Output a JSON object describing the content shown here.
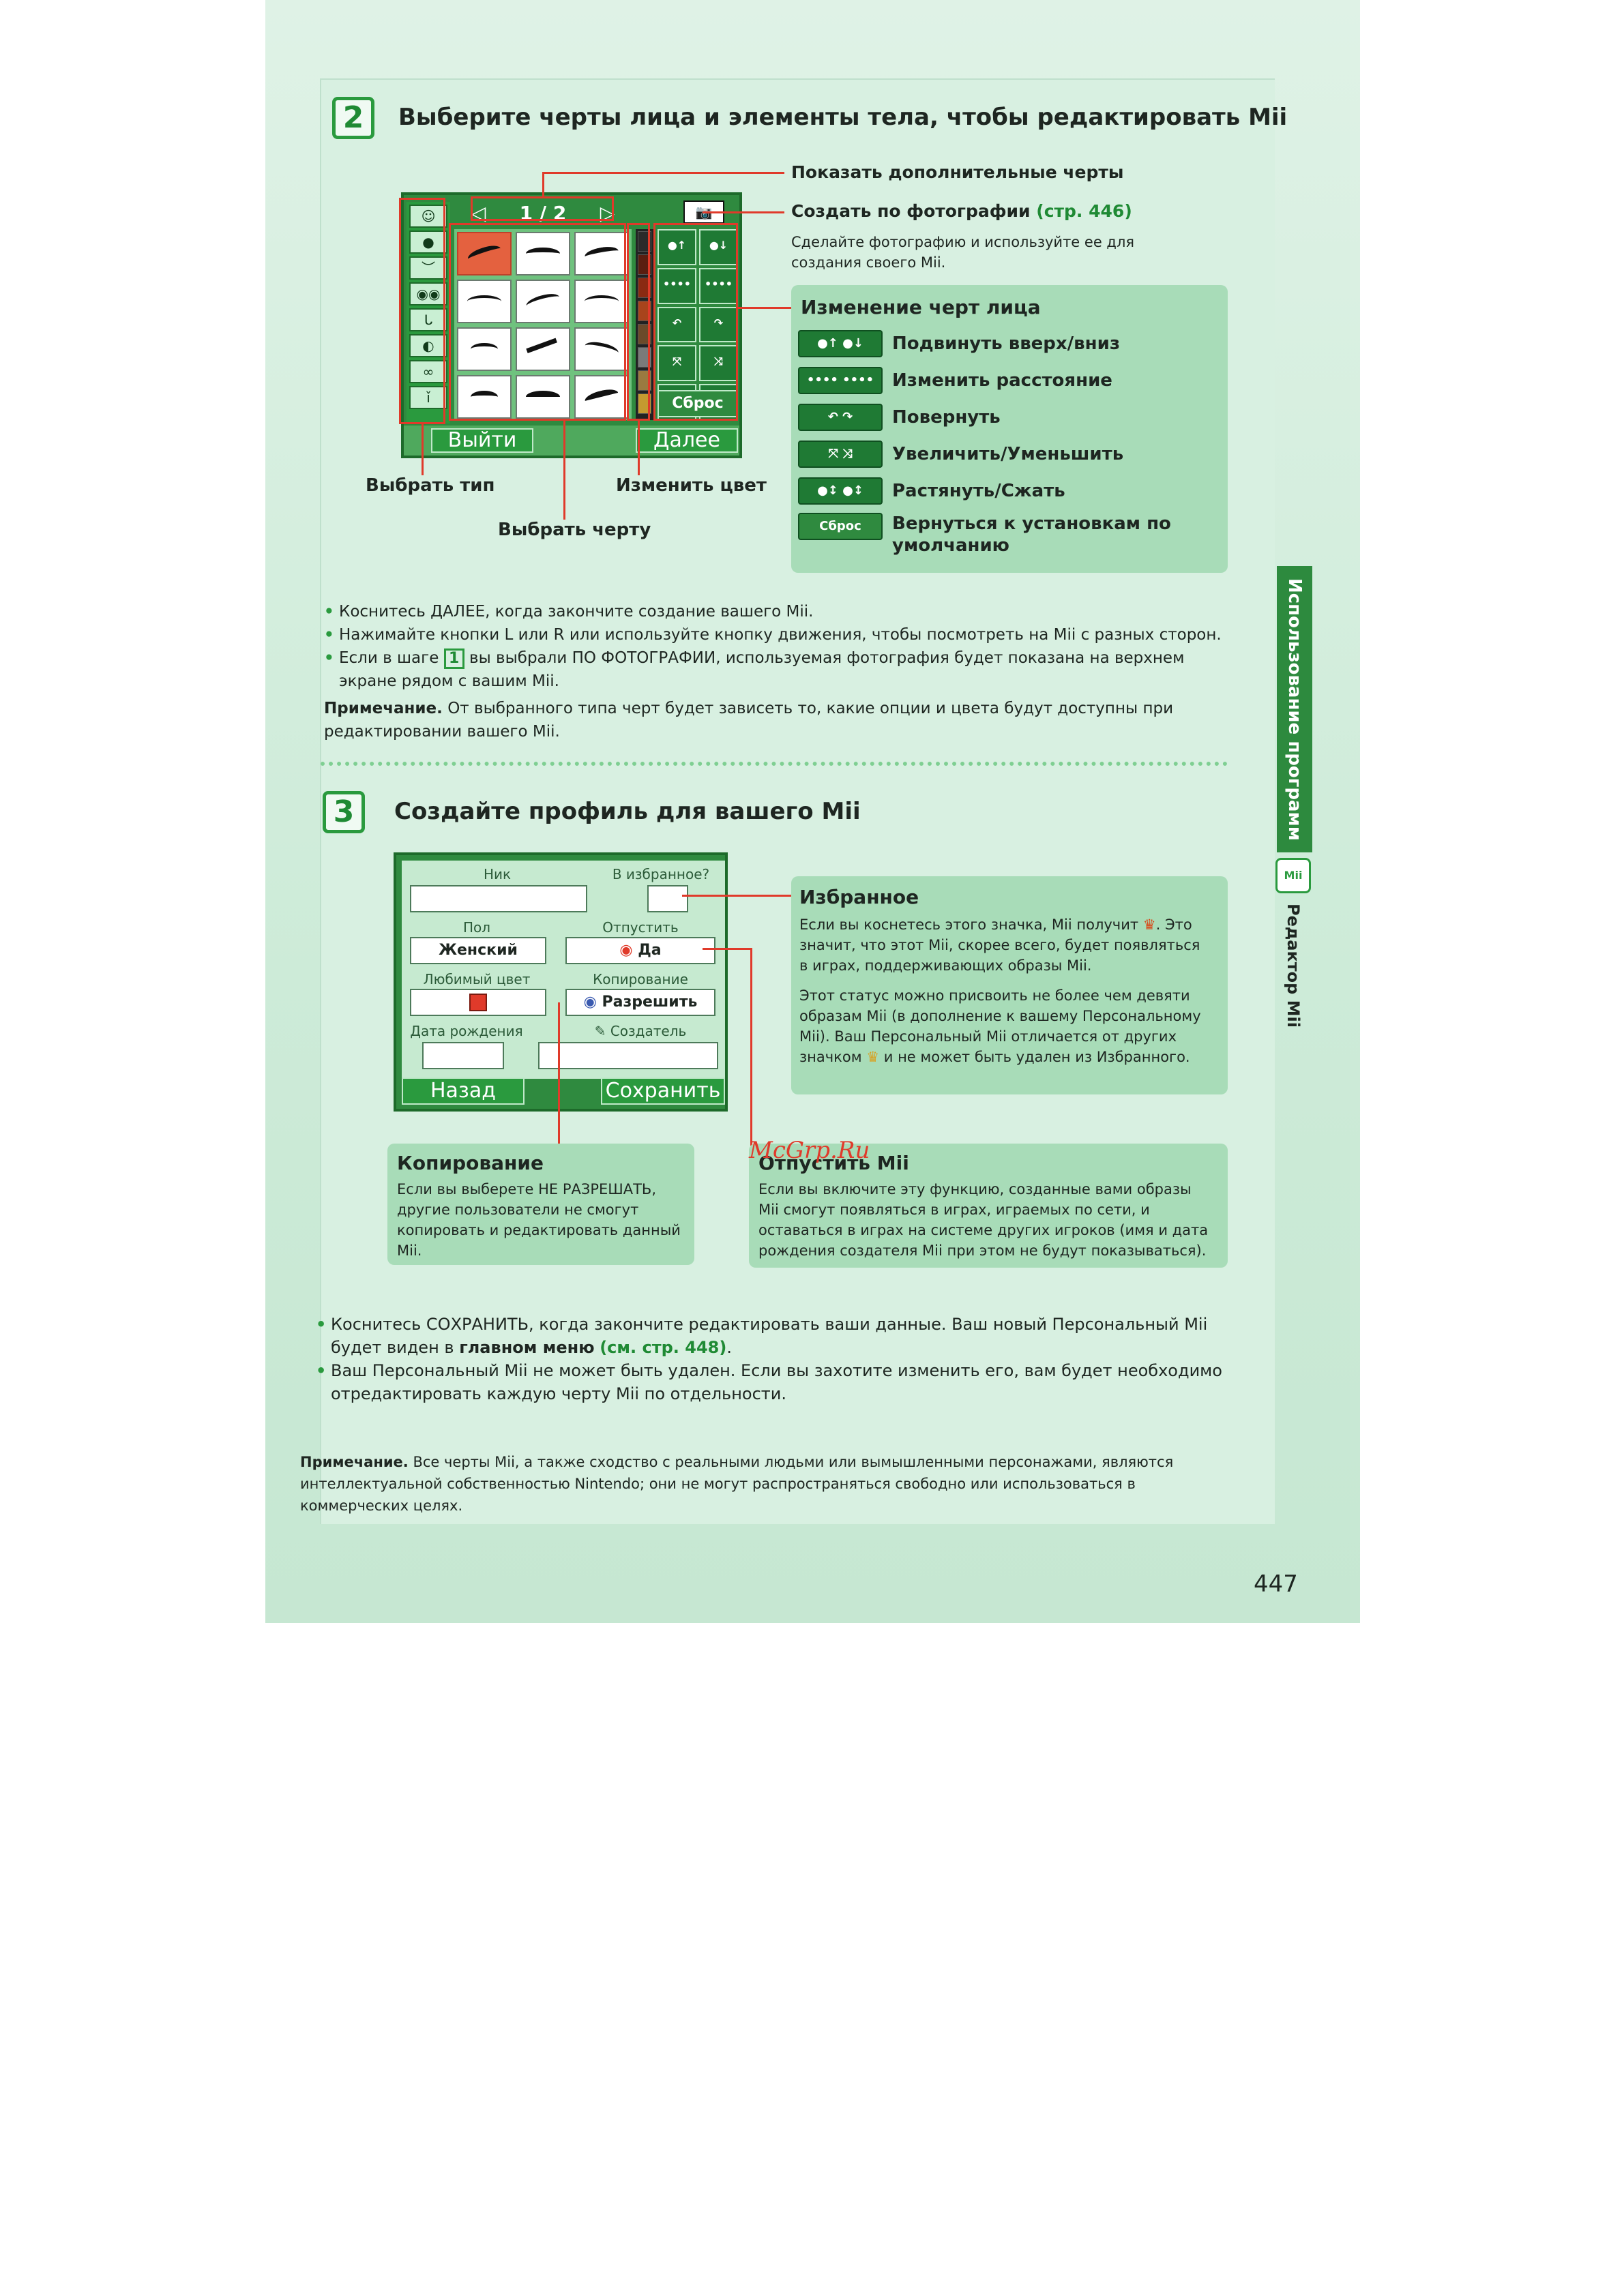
{
  "section": {
    "step2": {
      "number": "2",
      "title": "Выберите черты лица и элементы тела, чтобы редактировать Mii"
    },
    "step3": {
      "number": "3",
      "title": "Создайте профиль для вашего Mii"
    }
  },
  "editor": {
    "page_indicator": "1 / 2",
    "exit_button": "Выйти",
    "next_button": "Далее",
    "reset_button": "Сброс",
    "tab_icons": [
      "☺",
      "●",
      "︶",
      "◉◉",
      "ᒐ",
      "◐",
      "∞",
      "ǐ"
    ],
    "swatches": [
      "#2a2a2a",
      "#5a1e10",
      "#8a2a12",
      "#a8441c",
      "#6b4a2a",
      "#7a7a7a",
      "#9a7a40",
      "#c49a30"
    ]
  },
  "callouts": {
    "show_more": "Показать дополнительные черты",
    "create_photo": "Создать по фотографии",
    "create_photo_ref": "(стр. 446)",
    "create_photo_sub": "Сделайте фотографию и используйте ее для создания своего Mii.",
    "choose_type": "Выбрать тип",
    "change_color": "Изменить цвет",
    "choose_feature": "Выбрать черту"
  },
  "face_panel": {
    "title": "Изменение черт лица",
    "items": [
      {
        "icon": "●↑ ●↓",
        "label": "Подвинуть вверх/вниз"
      },
      {
        "icon": "•••• ••••",
        "label": "Изменить расстояние"
      },
      {
        "icon": "↶ ↷",
        "label": "Повернуть"
      },
      {
        "icon": "⤧ ⤨",
        "label": "Увеличить/Уменьшить"
      },
      {
        "icon": "●↕ ●↕",
        "label": "Растянуть/Сжать"
      },
      {
        "icon": "Сброс",
        "label": "Вернуться к установкам по умолчанию"
      }
    ]
  },
  "notes_step2": {
    "bullets": [
      "Коснитесь ДАЛЕЕ, когда закончите создание вашего Mii.",
      "Нажимайте кнопки L или R или используйте кнопку движения, чтобы посмотреть на Mii с разных сторон."
    ],
    "bullet3_pre": "Если в шаге",
    "bullet3_ref": "1",
    "bullet3_post": "вы выбрали ПО ФОТОГРАФИИ, используемая фотография будет показана на верхнем экране рядом с вашим Mii.",
    "note_label": "Примечание.",
    "note_text": "От выбранного типа черт будет зависеть то, какие опции и цвета будут доступны при редактировании вашего Mii."
  },
  "profile": {
    "nick_label": "Ник",
    "favorite_label": "В избранное?",
    "gender_label": "Пол",
    "gender_value": "Женский",
    "release_label": "Отпустить",
    "release_value": "Да",
    "fav_color_label": "Любимый цвет",
    "copy_label": "Копирование",
    "copy_value": "Разрешить",
    "birthday_label": "Дата рождения",
    "creator_label": "Создатель",
    "back_button": "Назад",
    "save_button": "Сохранить"
  },
  "panels": {
    "favorite": {
      "title": "Избранное",
      "text1": "Если вы коснетесь этого значка, Mii получит",
      "text1b": ". Это значит, что этот Mii, скорее всего, будет появляться в играх, поддерживающих образы Mii.",
      "text2": "Этот статус можно присвоить не более чем девяти образам Mii (в дополнение к вашему Персональному Mii). Ваш Персональный Mii отличается от других значком",
      "text2b": "и не может быть удален из Избранного."
    },
    "copy": {
      "title": "Копирование",
      "text": "Если вы выберете НЕ РАЗРЕШАТЬ, другие пользователи не смогут копировать и редактировать данный Mii."
    },
    "release": {
      "title": "Отпустить Mii",
      "text": "Если вы включите эту функцию, созданные вами образы Mii смогут появляться в играх, играемых по сети, и оставаться в играх на системе других игроков (имя и дата рождения создателя Mii при этом не будут показываться)."
    }
  },
  "notes_step3": {
    "b1_pre": "Коснитесь СОХРАНИТЬ, когда закончите редактировать ваши данные. Ваш новый Персональный Mii будет виден в",
    "b1_bold": "главном меню",
    "b1_ref": "(см. стр. 448)",
    "b1_end": ".",
    "b2": "Ваш Персональный Mii не может быть удален. Если вы захотите изменить его, вам будет необходимо отредактировать каждую черту Mii по отдельности."
  },
  "footer_note": {
    "label": "Примечание.",
    "text": "Все черты Mii, а также сходство с реальными людьми или вымышленными персонажами, являются интеллектуальной собственностью Nintendo; они не могут распространяться свободно или использоваться в коммерческих целях."
  },
  "side": {
    "tab": "Использование программ",
    "icon": "Mii",
    "sub": "Редактор Mii"
  },
  "watermark": "McGrp.Ru",
  "page_number": "447",
  "colors": {
    "accent": "#2a9a3e",
    "callout": "#e03a2a",
    "panel": "#a8dcb8"
  }
}
